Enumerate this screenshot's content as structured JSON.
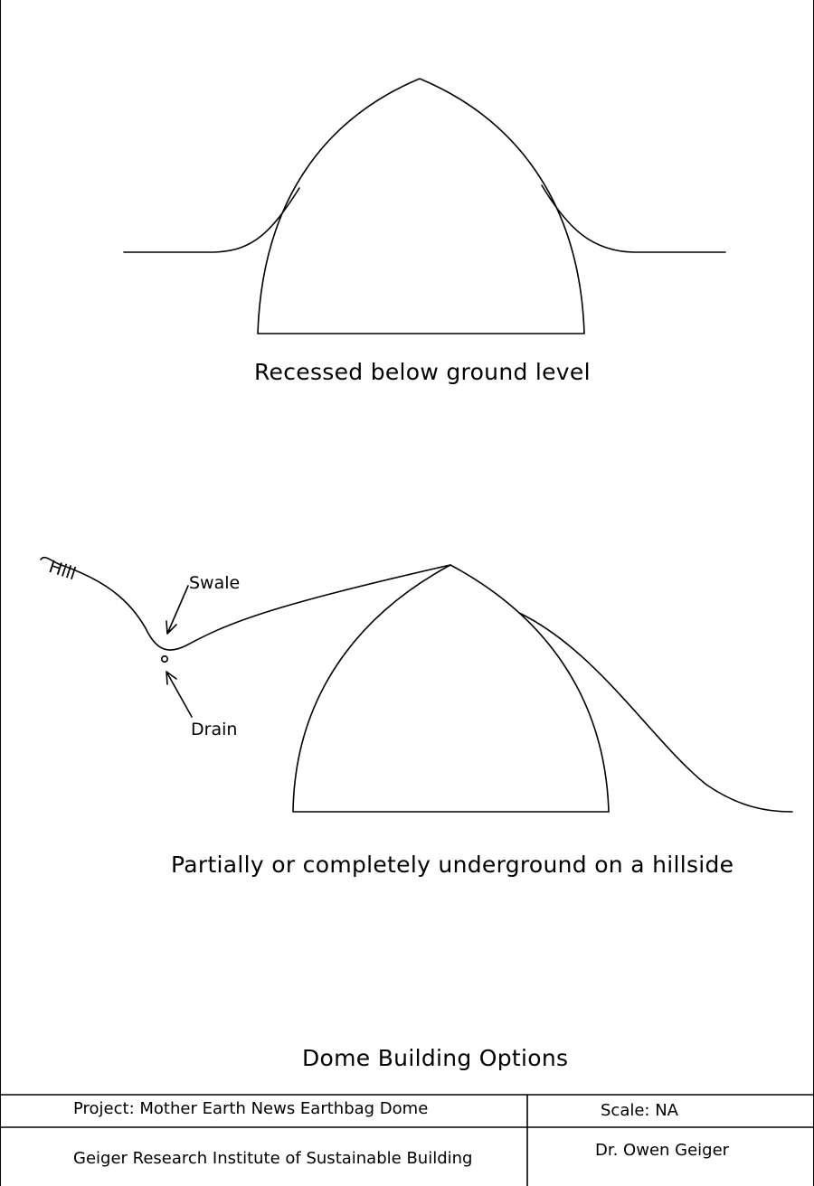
{
  "diagram_1": {
    "caption": "Recessed below ground level"
  },
  "diagram_2": {
    "caption": "Partially or completely underground on a hillside",
    "labels": {
      "hill": "Hill",
      "swale": "Swale",
      "drain": "Drain"
    }
  },
  "drawing_title": "Dome Building Options",
  "title_block": {
    "project": "Project: Mother Earth News Earthbag Dome",
    "scale": "Scale: NA",
    "institute": "Geiger Research Institute of Sustainable Building",
    "author": "Dr. Owen  Geiger"
  }
}
